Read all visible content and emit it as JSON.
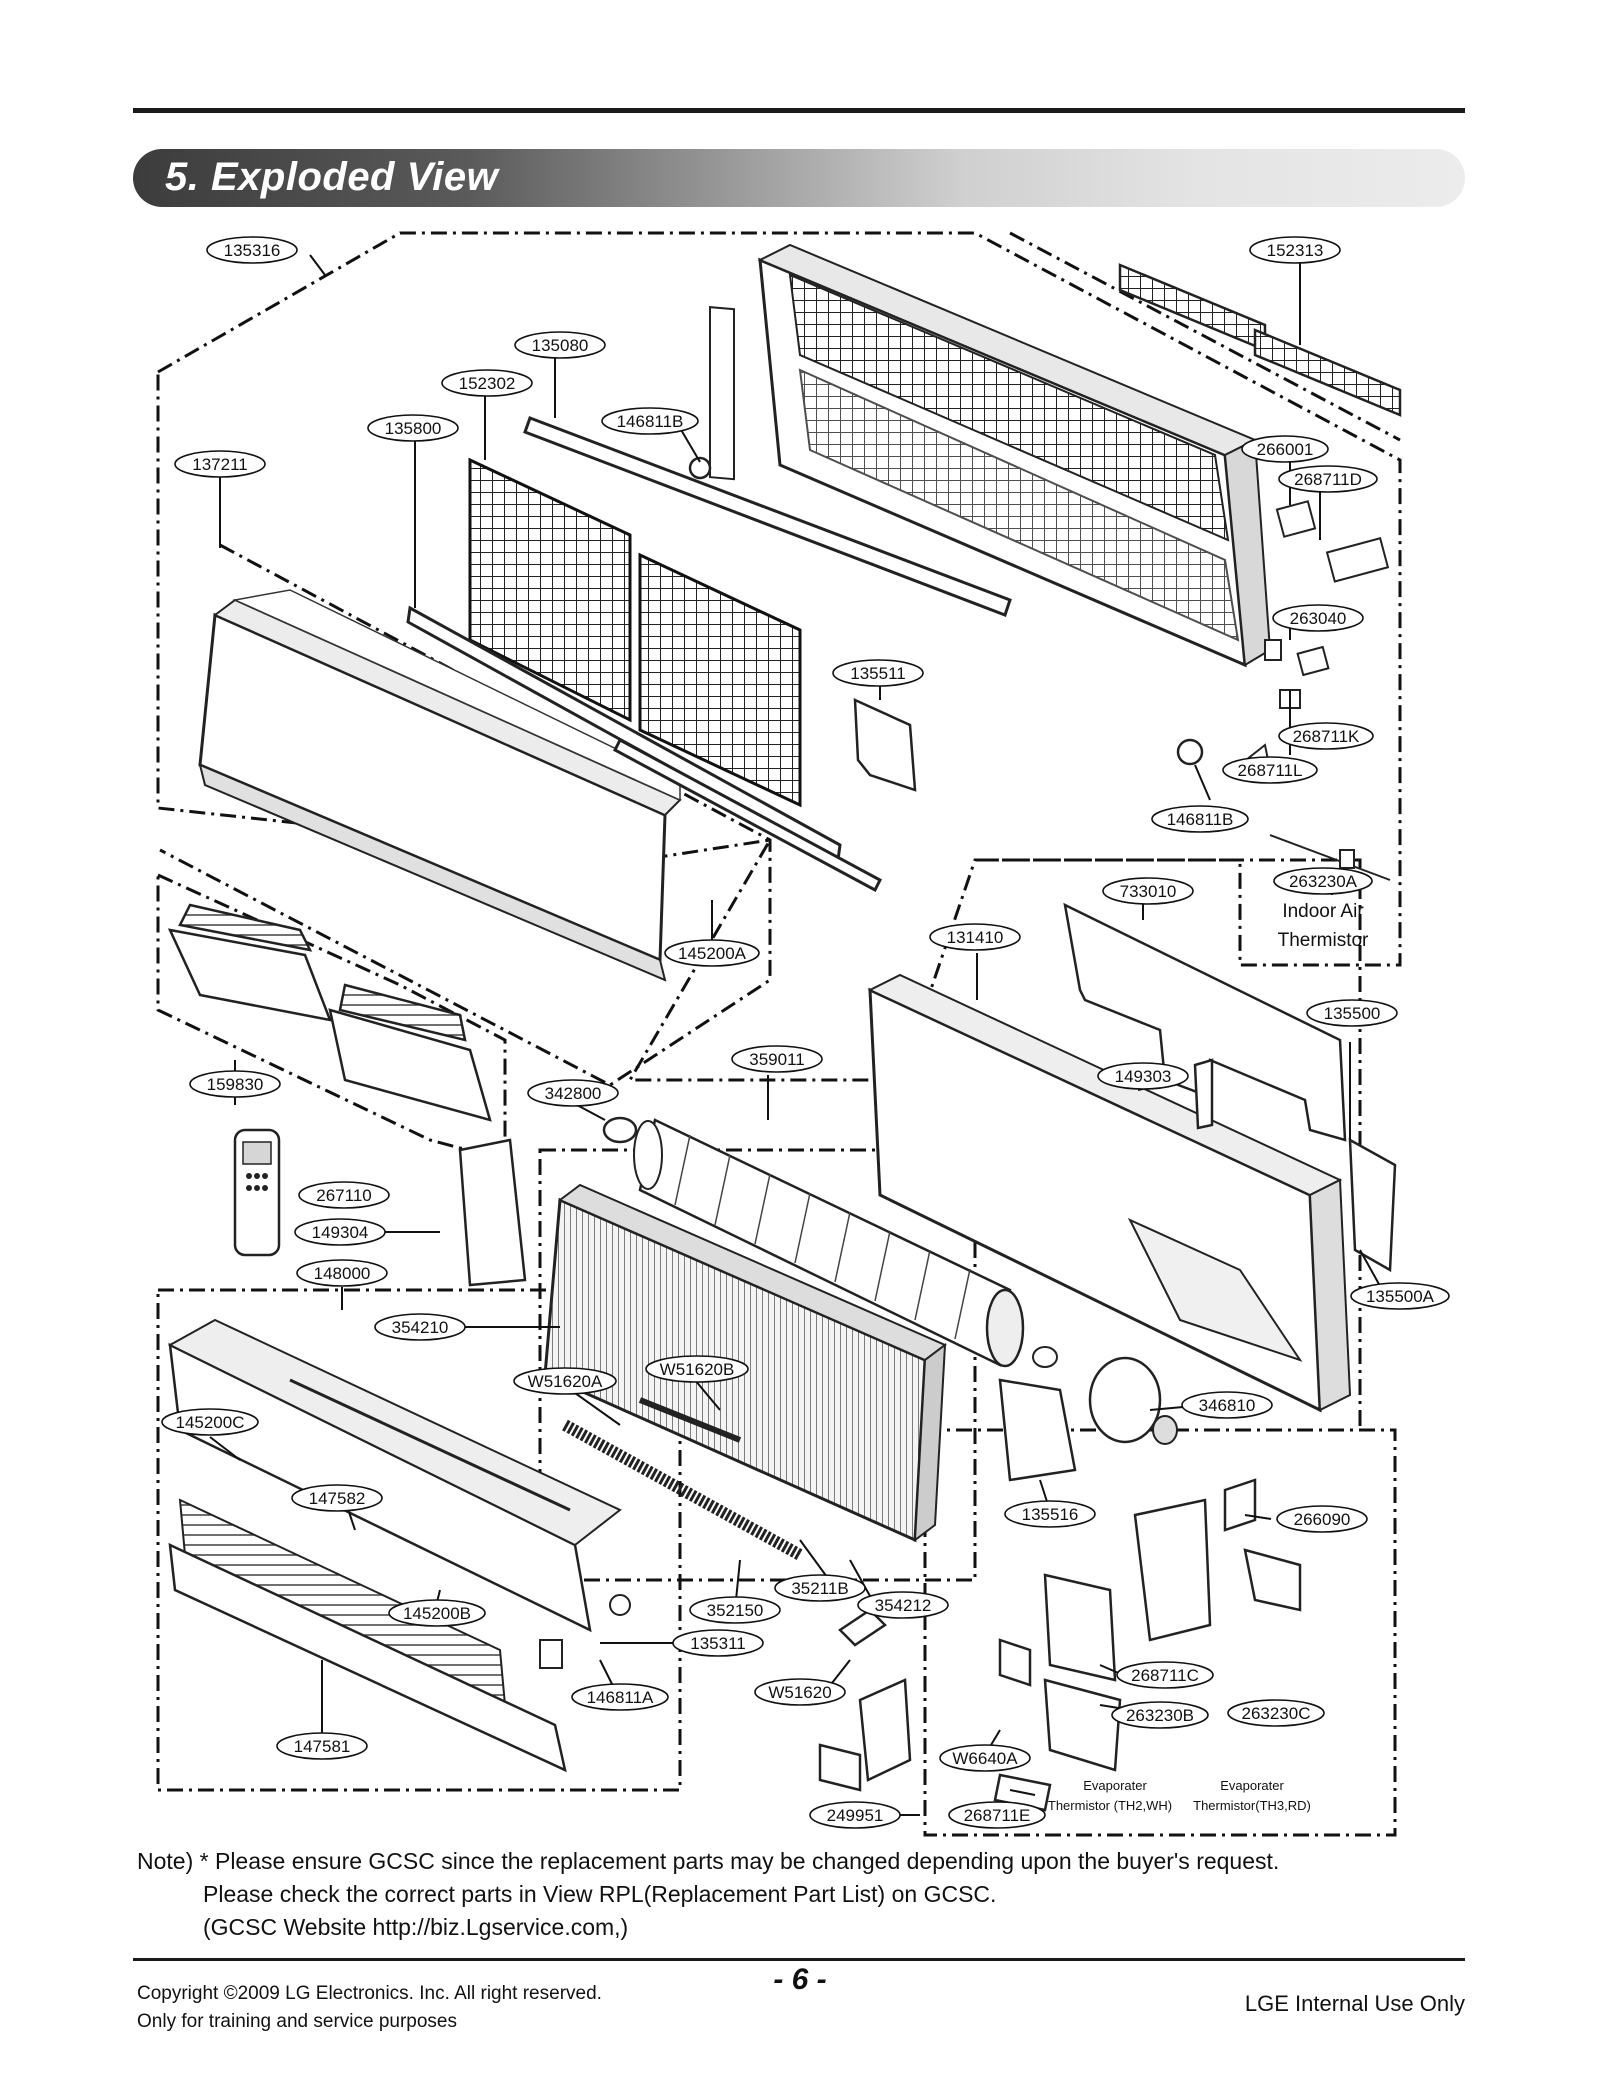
{
  "header": {
    "section_title": "5. Exploded View"
  },
  "part_labels": {
    "p135316": "135316",
    "p152313": "152313",
    "p135080": "135080",
    "p152302": "152302",
    "p146811B_top": "146811B",
    "p135800": "135800",
    "p137211": "137211",
    "p266001": "266001",
    "p268711D": "268711D",
    "p263040": "263040",
    "p135511": "135511",
    "p268711K": "268711K",
    "p268711L": "268711L",
    "p146811B_bottom": "146811B",
    "p263230A": "263230A",
    "p733010": "733010",
    "p131410": "131410",
    "p145200A": "145200A",
    "p135500": "135500",
    "p359011": "359011",
    "p149303": "149303",
    "p342800": "342800",
    "p159830": "159830",
    "p267110": "267110",
    "p149304": "149304",
    "p148000": "148000",
    "p354210": "354210",
    "p135500A": "135500A",
    "pW51620A": "W51620A",
    "pW51620B": "W51620B",
    "p346810": "346810",
    "p145200C": "145200C",
    "p147582": "147582",
    "p266090": "266090",
    "p135516": "135516",
    "p35211B": "35211B",
    "p354212": "354212",
    "p145200B": "145200B",
    "p352150": "352150",
    "p135311": "135311",
    "p268711C": "268711C",
    "p146811A": "146811A",
    "pW51620": "W51620",
    "p263230B": "263230B",
    "p263230C": "263230C",
    "p147581": "147581",
    "pW6640A": "W6640A",
    "p249951": "249951",
    "p268711E": "268711E"
  },
  "annotations": {
    "indoor_air_1": "Indoor Air",
    "indoor_air_2": "Thermistor",
    "evap1_1": "Evaporater",
    "evap1_2": "Thermistor (TH2,WH)",
    "evap2_1": "Evaporater",
    "evap2_2": "Thermistor(TH3,RD)"
  },
  "note": {
    "line1": "Note) * Please ensure GCSC since the replacement parts may be changed depending upon the buyer's request.",
    "line2": "Please check  the correct parts in View RPL(Replacement Part List) on GCSC.",
    "line3": "(GCSC Website  http://biz.Lgservice.com,)"
  },
  "footer": {
    "copyright": "Copyright ©2009 LG Electronics. Inc. All right reserved.",
    "training": "Only for training and service purposes",
    "page": "- 6 -",
    "internal": "LGE Internal Use Only"
  }
}
